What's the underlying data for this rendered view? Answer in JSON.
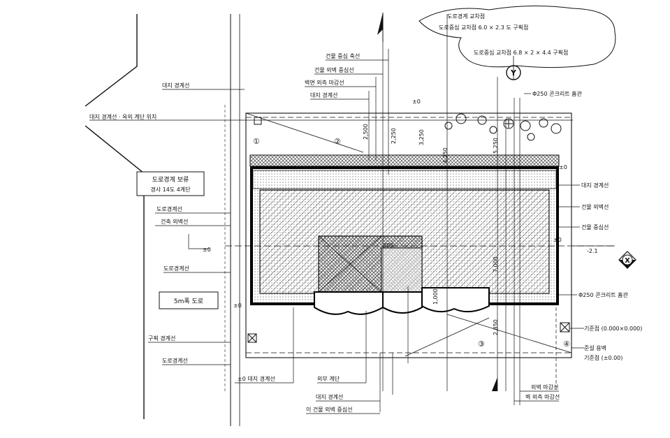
{
  "north_label": "Y",
  "axis_x_label": "X",
  "cloud_note": {
    "line1": "도로경계 교차점",
    "line2": "도로중심 교차점 6.0 × 2.3 도 구획점",
    "line3": "도로중심 교차점 6.8 × 2 × 4.4 구획점"
  },
  "boxed_notes": [
    {
      "line1": "도로경계 보류",
      "line2": "경사 14도 4계단"
    },
    {
      "line1": "5m폭 도로",
      "line2": ""
    }
  ],
  "left_labels": [
    "대지 경계선",
    "대지 경계선 · 옥외 계단 위치",
    "도로경계선",
    "건축 외벽선",
    "도로경계선",
    "구획 경계선",
    "도로경계선"
  ],
  "top_labels": [
    "건물 중심 축선",
    "건물 외벽 중심선",
    "벽면 외측 마감선",
    "대지 경계선"
  ],
  "right_labels": [
    "대지 경계선",
    "건물 외벽선",
    "건물 중심선",
    "Φ250 콘크리트 흄관",
    "기준점 (0.000×0.000)",
    "준설 용벽",
    "기준점 (±0.00)"
  ],
  "bottom_labels": [
    "외부 계단",
    "대지 경계선",
    "이 건물 외벽 중심선",
    "외벽 마감선",
    "벽 외측 마감선"
  ],
  "other_labels": [
    "Φ250 콘크리트 흄관",
    "±0 대지 경계선"
  ],
  "dimensions": [
    "2,500",
    "2,250",
    "3,250",
    "4,250",
    "5,250",
    "7,000",
    "2,850",
    "1,000",
    "200"
  ],
  "level_marks": [
    "±0",
    "±0",
    "±0",
    "-2.1",
    "±0",
    "±0"
  ],
  "corner_marks": [
    "①",
    "②",
    "③",
    "④"
  ]
}
